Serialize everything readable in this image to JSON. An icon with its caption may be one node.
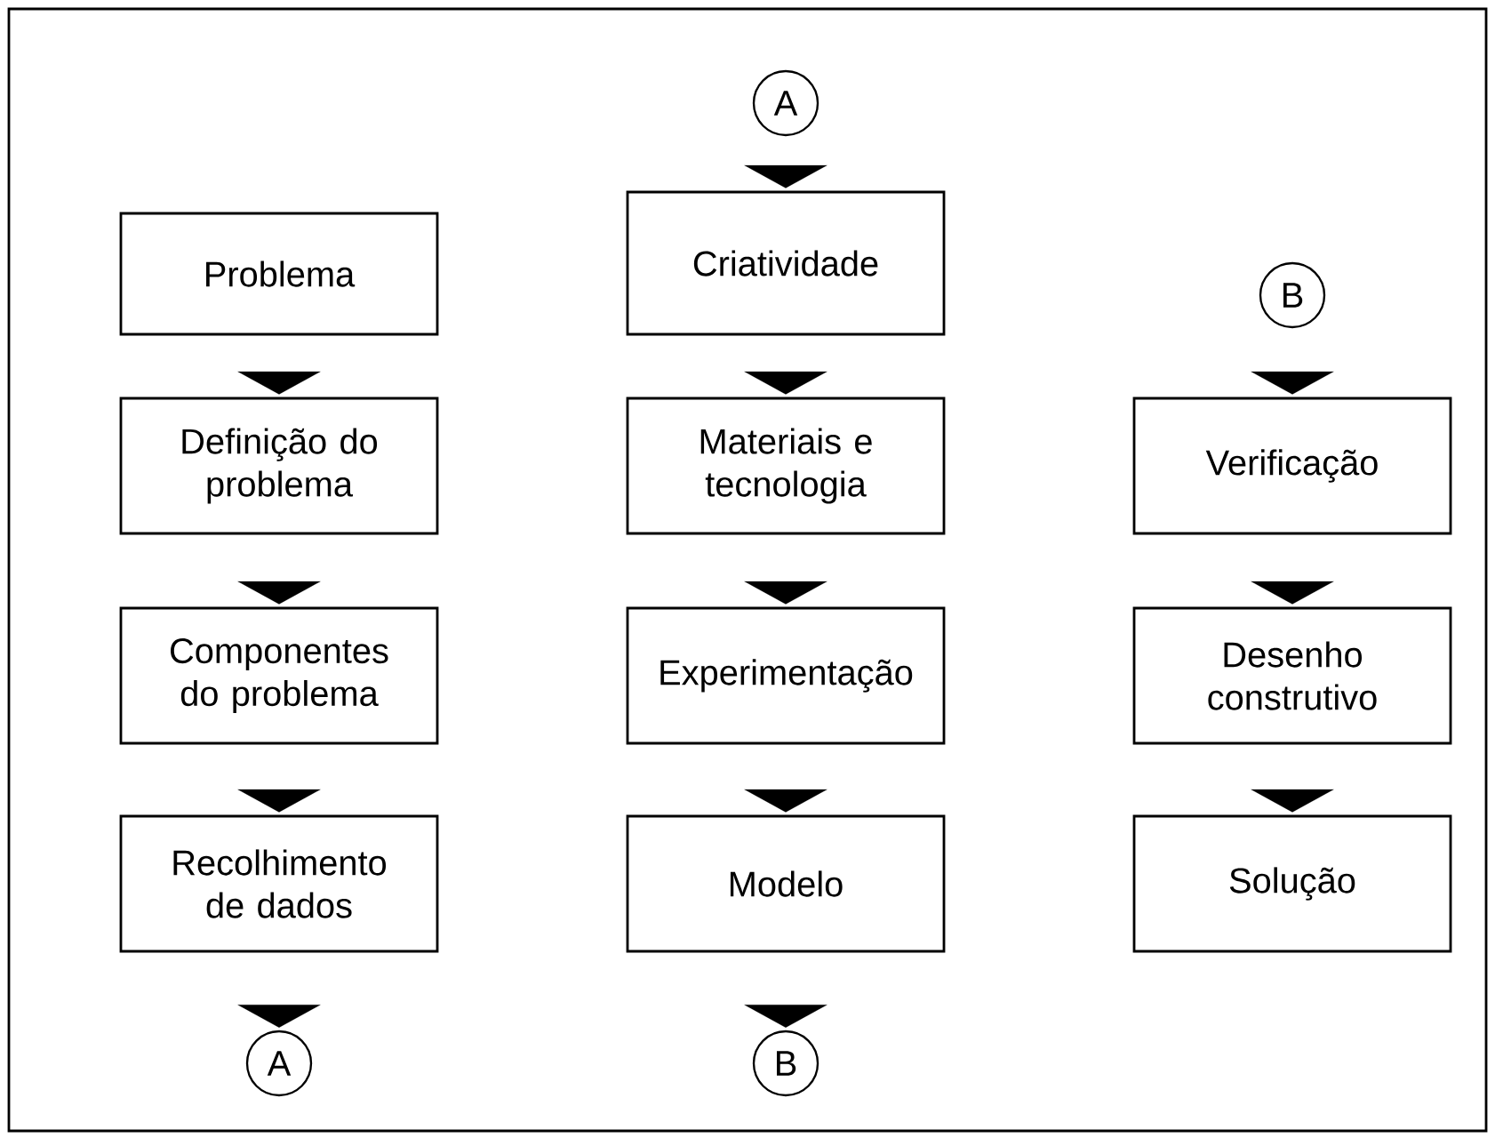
{
  "diagram": {
    "nodes": [
      {
        "text": [
          "Problema"
        ]
      },
      {
        "text": [
          "Definição do problema"
        ]
      },
      {
        "text": [
          "Componentes do problema"
        ]
      },
      {
        "text": [
          "Recolhimento de dados"
        ]
      },
      {
        "text": [
          "A"
        ]
      },
      {
        "text": [
          "A"
        ]
      },
      {
        "text": [
          "Criatividade"
        ]
      },
      {
        "text": [
          "Materiais e tecnologia"
        ]
      },
      {
        "text": [
          "Experimentação"
        ]
      },
      {
        "text": [
          "Modelo"
        ]
      },
      {
        "text": [
          "B"
        ]
      },
      {
        "text": [
          "B"
        ]
      },
      {
        "text": [
          "Verificação"
        ]
      },
      {
        "text": [
          "Desenho construtivo"
        ]
      },
      {
        "text": [
          "Solução"
        ]
      }
    ],
    "edges": [
      {
        "from": 0,
        "to": 1,
        "arrow": "to"
      },
      {
        "from": 1,
        "to": 2,
        "arrow": "to"
      },
      {
        "from": 2,
        "to": 3,
        "arrow": "to"
      },
      {
        "from": 3,
        "to": 4,
        "arrow": "to"
      },
      {
        "from": 5,
        "to": 6,
        "arrow": "to"
      },
      {
        "from": 6,
        "to": 7,
        "arrow": "to"
      },
      {
        "from": 7,
        "to": 8,
        "arrow": "to"
      },
      {
        "from": 8,
        "to": 9,
        "arrow": "to"
      },
      {
        "from": 9,
        "to": 10,
        "arrow": "to"
      },
      {
        "from": 11,
        "to": 12,
        "arrow": "to"
      },
      {
        "from": 12,
        "to": 13,
        "arrow": "to"
      },
      {
        "from": 13,
        "to": 14,
        "arrow": "to"
      }
    ]
  }
}
